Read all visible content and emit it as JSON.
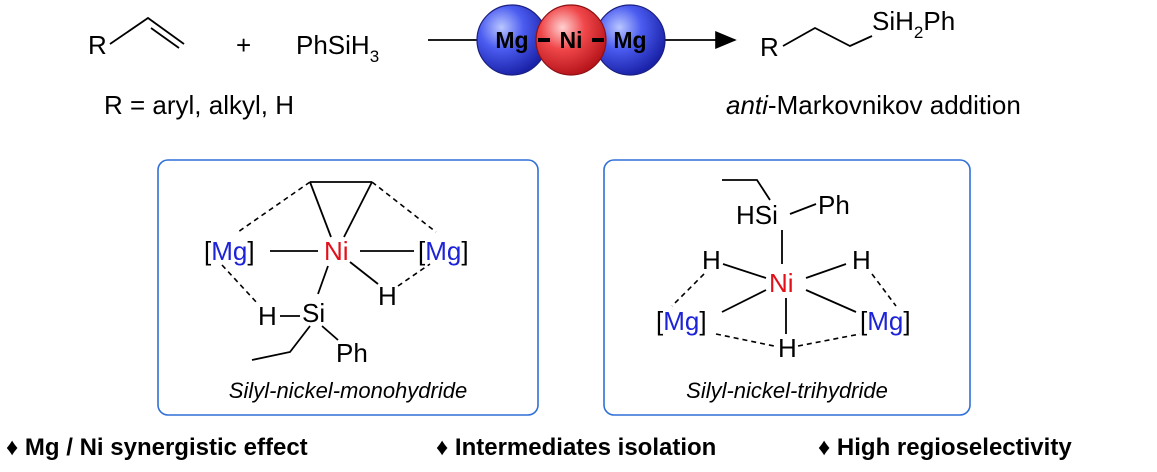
{
  "reaction": {
    "reactant_r": "R",
    "plus": "+",
    "silane_main": "PhSiH",
    "silane_sub": "3",
    "catalyst": {
      "mg_left": "Mg",
      "ni": "Ni",
      "mg_right": "Mg"
    },
    "product_r": "R",
    "product_si_main": "SiH",
    "product_si_sub": "2",
    "product_si_tail": "Ph",
    "scope": "R = aryl, alkyl, H",
    "selectivity_italic": "anti",
    "selectivity_rest": "-Markovnikov addition"
  },
  "colors": {
    "mg": "#1d23d6",
    "ni": "#e3101a",
    "box_border": "#2f6fd6"
  },
  "left_box": {
    "mg_open": "[",
    "mg": "Mg",
    "mg_close": "]",
    "ni": "Ni",
    "si": "Si",
    "h_si": "H",
    "h_ni": "H",
    "ph": "Ph",
    "caption": "Silyl-nickel-monohydride"
  },
  "right_box": {
    "hsi": "HSi",
    "ph": "Ph",
    "h": "H",
    "ni": "Ni",
    "mg_open": "[",
    "mg": "Mg",
    "mg_close": "]",
    "caption": "Silyl-nickel-trihydride"
  },
  "footer": {
    "bullet": "♦",
    "items": [
      "Mg / Ni synergistic effect",
      "Intermediates isolation",
      "High regioselectivity"
    ]
  }
}
